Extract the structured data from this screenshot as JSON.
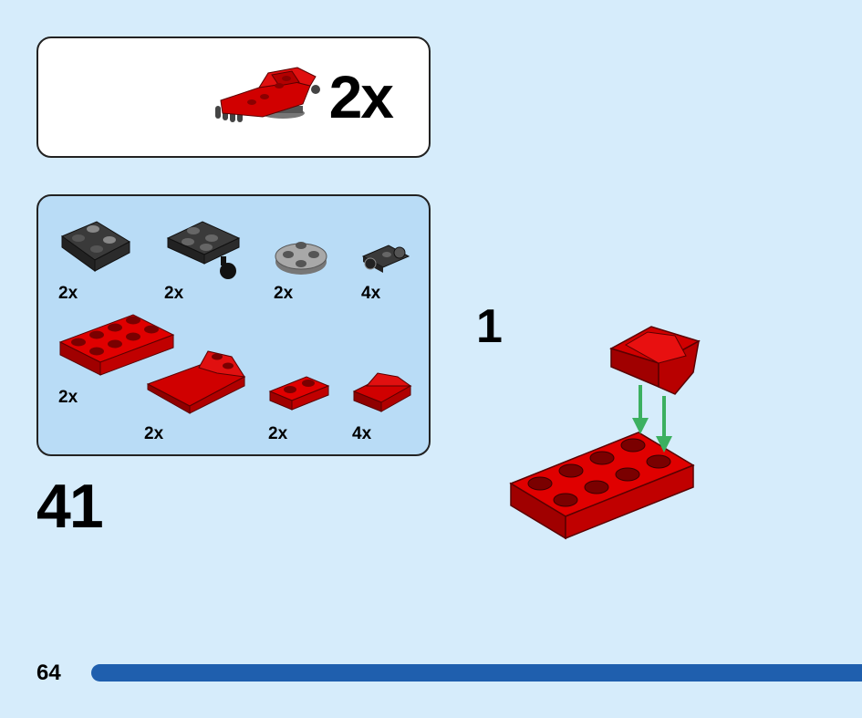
{
  "submodel": {
    "image": "red-snowmobile-submodel",
    "quantity_label": "2x"
  },
  "parts": [
    {
      "name": "dark-gray-plate-with-clips",
      "color": "#3a3a3a",
      "qty": "2x"
    },
    {
      "name": "dark-gray-plate-with-ball",
      "color": "#3a3a3a",
      "qty": "2x"
    },
    {
      "name": "light-gray-round-plate",
      "color": "#a8a8a8",
      "qty": "2x"
    },
    {
      "name": "dark-gray-clip-plate",
      "color": "#3a3a3a",
      "qty": "4x"
    },
    {
      "name": "red-plate-2x4",
      "color": "#d10000",
      "qty": "2x"
    },
    {
      "name": "red-wedge-slope",
      "color": "#d10000",
      "qty": "2x"
    },
    {
      "name": "red-plate-1x2",
      "color": "#d10000",
      "qty": "2x"
    },
    {
      "name": "red-slope-1x2",
      "color": "#d10000",
      "qty": "4x"
    }
  ],
  "step": {
    "number": "41",
    "substep": "1",
    "arrow_color": "#3cb060"
  },
  "page": {
    "number": "64",
    "progress_color": "#1f5fae"
  }
}
